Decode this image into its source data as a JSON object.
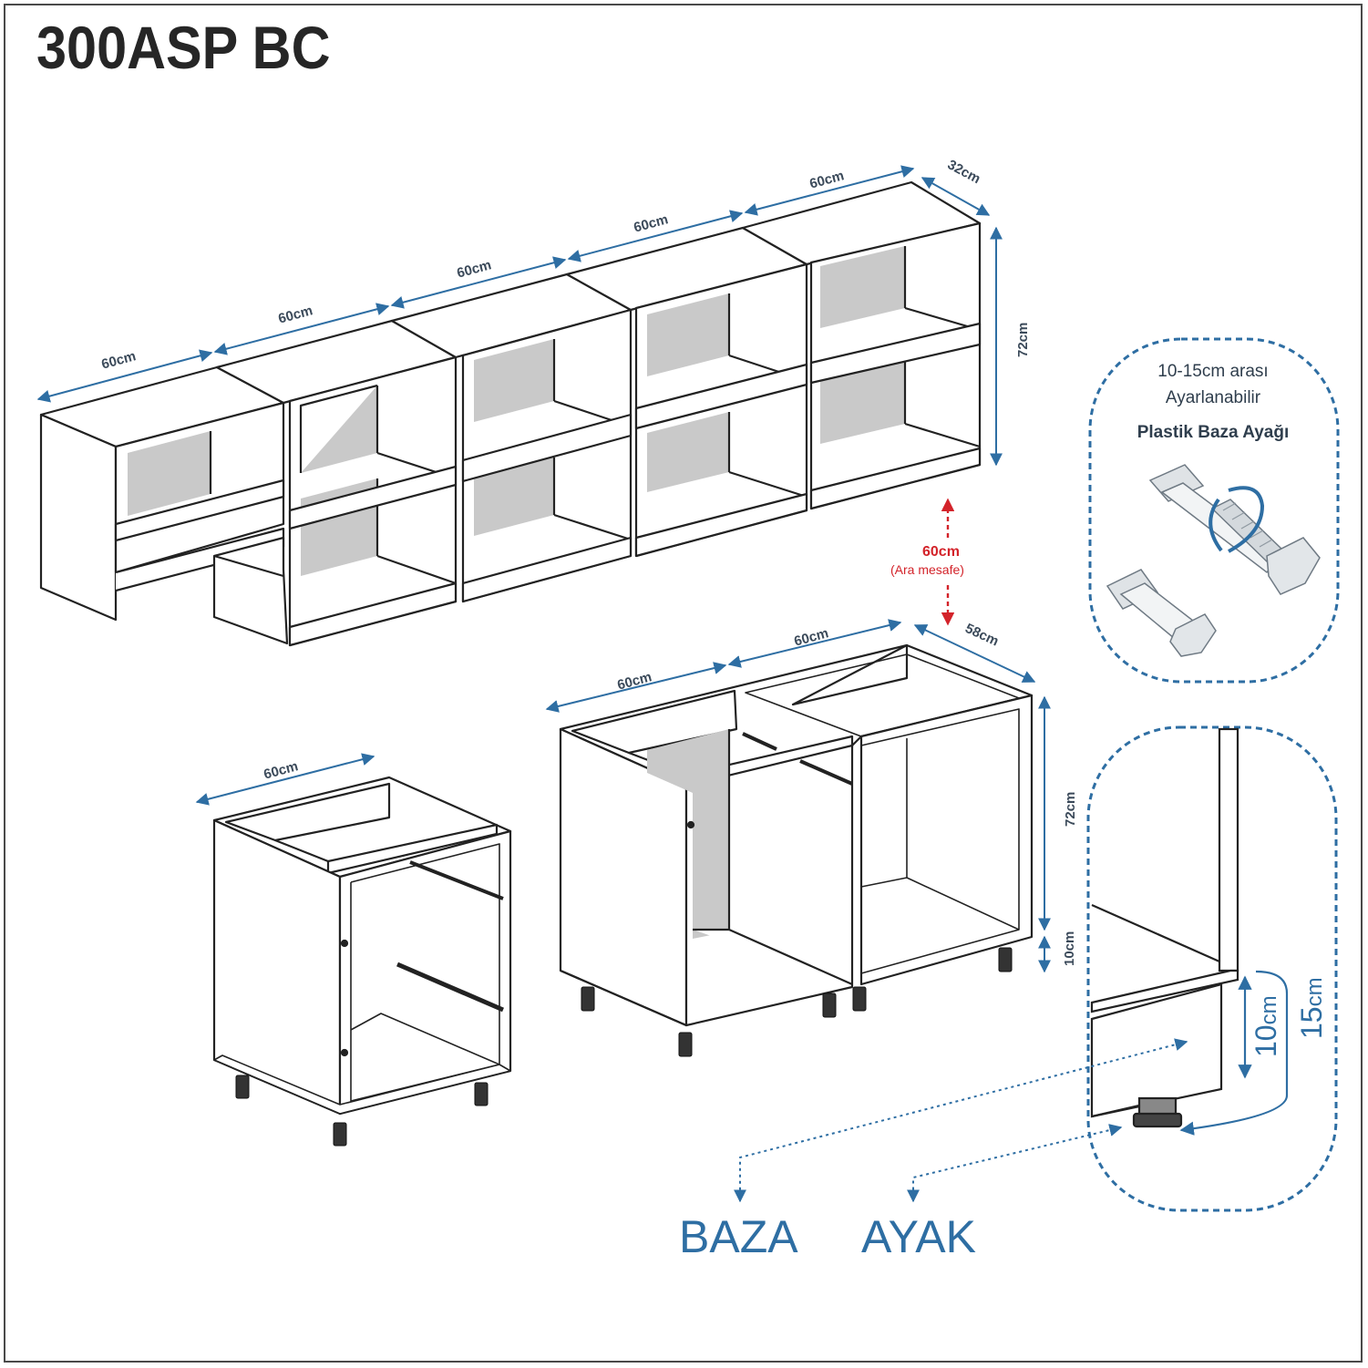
{
  "title": "300ASP BC",
  "wall": {
    "widths": [
      "60cm",
      "60cm",
      "60cm",
      "60cm",
      "60cm"
    ],
    "depth": "32cm",
    "height": "72cm"
  },
  "gap": {
    "value": "60cm",
    "note": "(Ara mesafe)"
  },
  "base": {
    "single_width": "60cm",
    "corner_widths": [
      "60cm",
      "60cm"
    ],
    "depth": "58cm",
    "height": "72cm",
    "leg": "10cm"
  },
  "leg_note": {
    "line1": "10-15cm arası",
    "line2": "Ayarlanabilir",
    "line3": "Plastik Baza Ayağı"
  },
  "detail": {
    "plinth_height_num": "10",
    "plinth_height_unit": "cm",
    "total_height_num": "15",
    "total_height_unit": "cm"
  },
  "labels": {
    "baza": "BAZA",
    "ayak": "AYAK"
  },
  "colors": {
    "accent": "#2e6ea3",
    "red": "#d3232a",
    "line": "#222222",
    "panel": "#c9c9c9"
  }
}
